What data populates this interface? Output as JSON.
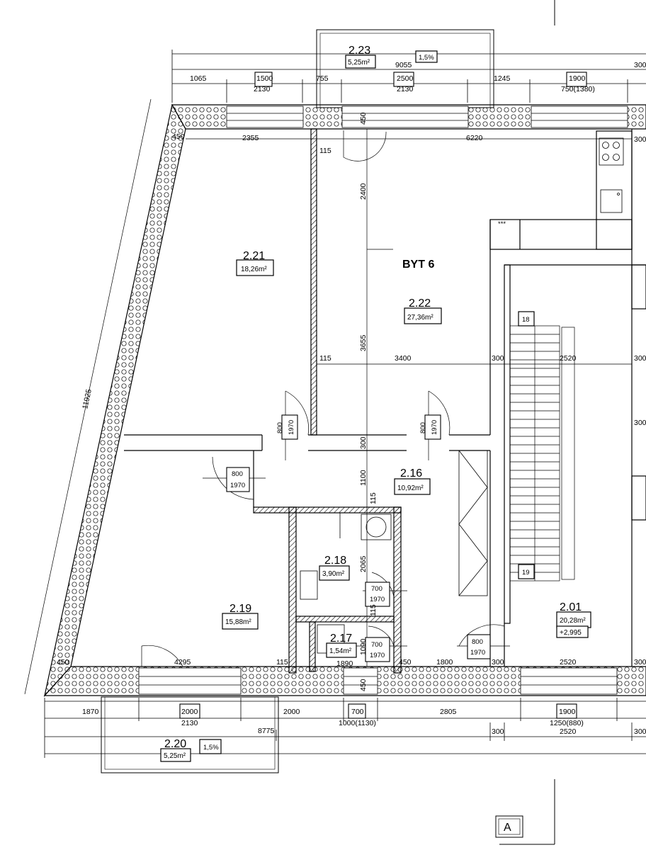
{
  "plan": {
    "title": "BYT 6",
    "section_marker": "A",
    "rooms": [
      {
        "id": "2.21",
        "area": "18,26m²"
      },
      {
        "id": "2.22",
        "area": "27,36m²"
      },
      {
        "id": "2.16",
        "area": "10,92m²"
      },
      {
        "id": "2.18",
        "area": "3,90m²"
      },
      {
        "id": "2.17",
        "area": "1,54m²"
      },
      {
        "id": "2.19",
        "area": "15,88m²"
      },
      {
        "id": "2.01",
        "area": "20,28m²",
        "level": "+2,995"
      },
      {
        "id": "2.23",
        "area": "5,25m²",
        "slope": "1,5%"
      },
      {
        "id": "2.20",
        "area": "5,25m²",
        "slope": "1,5%"
      }
    ],
    "stairs": {
      "top_step": "18",
      "bottom_step": "19"
    },
    "doors": [
      {
        "width": "800",
        "height": "1970"
      },
      {
        "width": "800",
        "height": "1970"
      },
      {
        "width": "800",
        "height": "1970"
      },
      {
        "width": "700",
        "height": "1970"
      },
      {
        "width": "700",
        "height": "1970"
      },
      {
        "width": "800",
        "height": "1970"
      }
    ],
    "dims_top": {
      "d1065": "1065",
      "d1500": "1500",
      "d2130a": "2130",
      "d755": "755",
      "d2500": "2500",
      "d2130b": "2130",
      "d1245": "1245",
      "d1900": "1900",
      "d750": "750(1380)",
      "d9055": "9055",
      "d300": "300"
    },
    "dims_inner": {
      "d450a": "450",
      "d450b": "450",
      "d2355": "2355",
      "d6220": "6220",
      "d115a": "115",
      "d2400": "2400",
      "d3655": "3655",
      "d115b": "115",
      "d3400": "3400",
      "d300a": "300",
      "d2520a": "2520",
      "d300b": "300",
      "d300c": "300",
      "d1100": "1100",
      "d115c": "115",
      "d2065": "2065",
      "d1090": "1090",
      "d1890": "1890",
      "d115d": "115",
      "d115e": "115",
      "d1800": "1800",
      "d300d": "300",
      "d2520b": "2520",
      "d300e": "300",
      "d4295": "4295",
      "d450c": "450",
      "d450d": "450",
      "d450e": "450",
      "d11925": "11925",
      "d300f": "300",
      "d300g": "300"
    },
    "dims_bottom": {
      "d1870": "1870",
      "d2000a": "2000",
      "d2130": "2130",
      "d2000b": "2000",
      "d700": "700",
      "d1000": "1000(1130)",
      "d2805": "2805",
      "d1900": "1900",
      "d1250": "1250(880)",
      "d8775": "8775",
      "d300a": "300",
      "d2520": "2520",
      "d300b": "300"
    }
  }
}
